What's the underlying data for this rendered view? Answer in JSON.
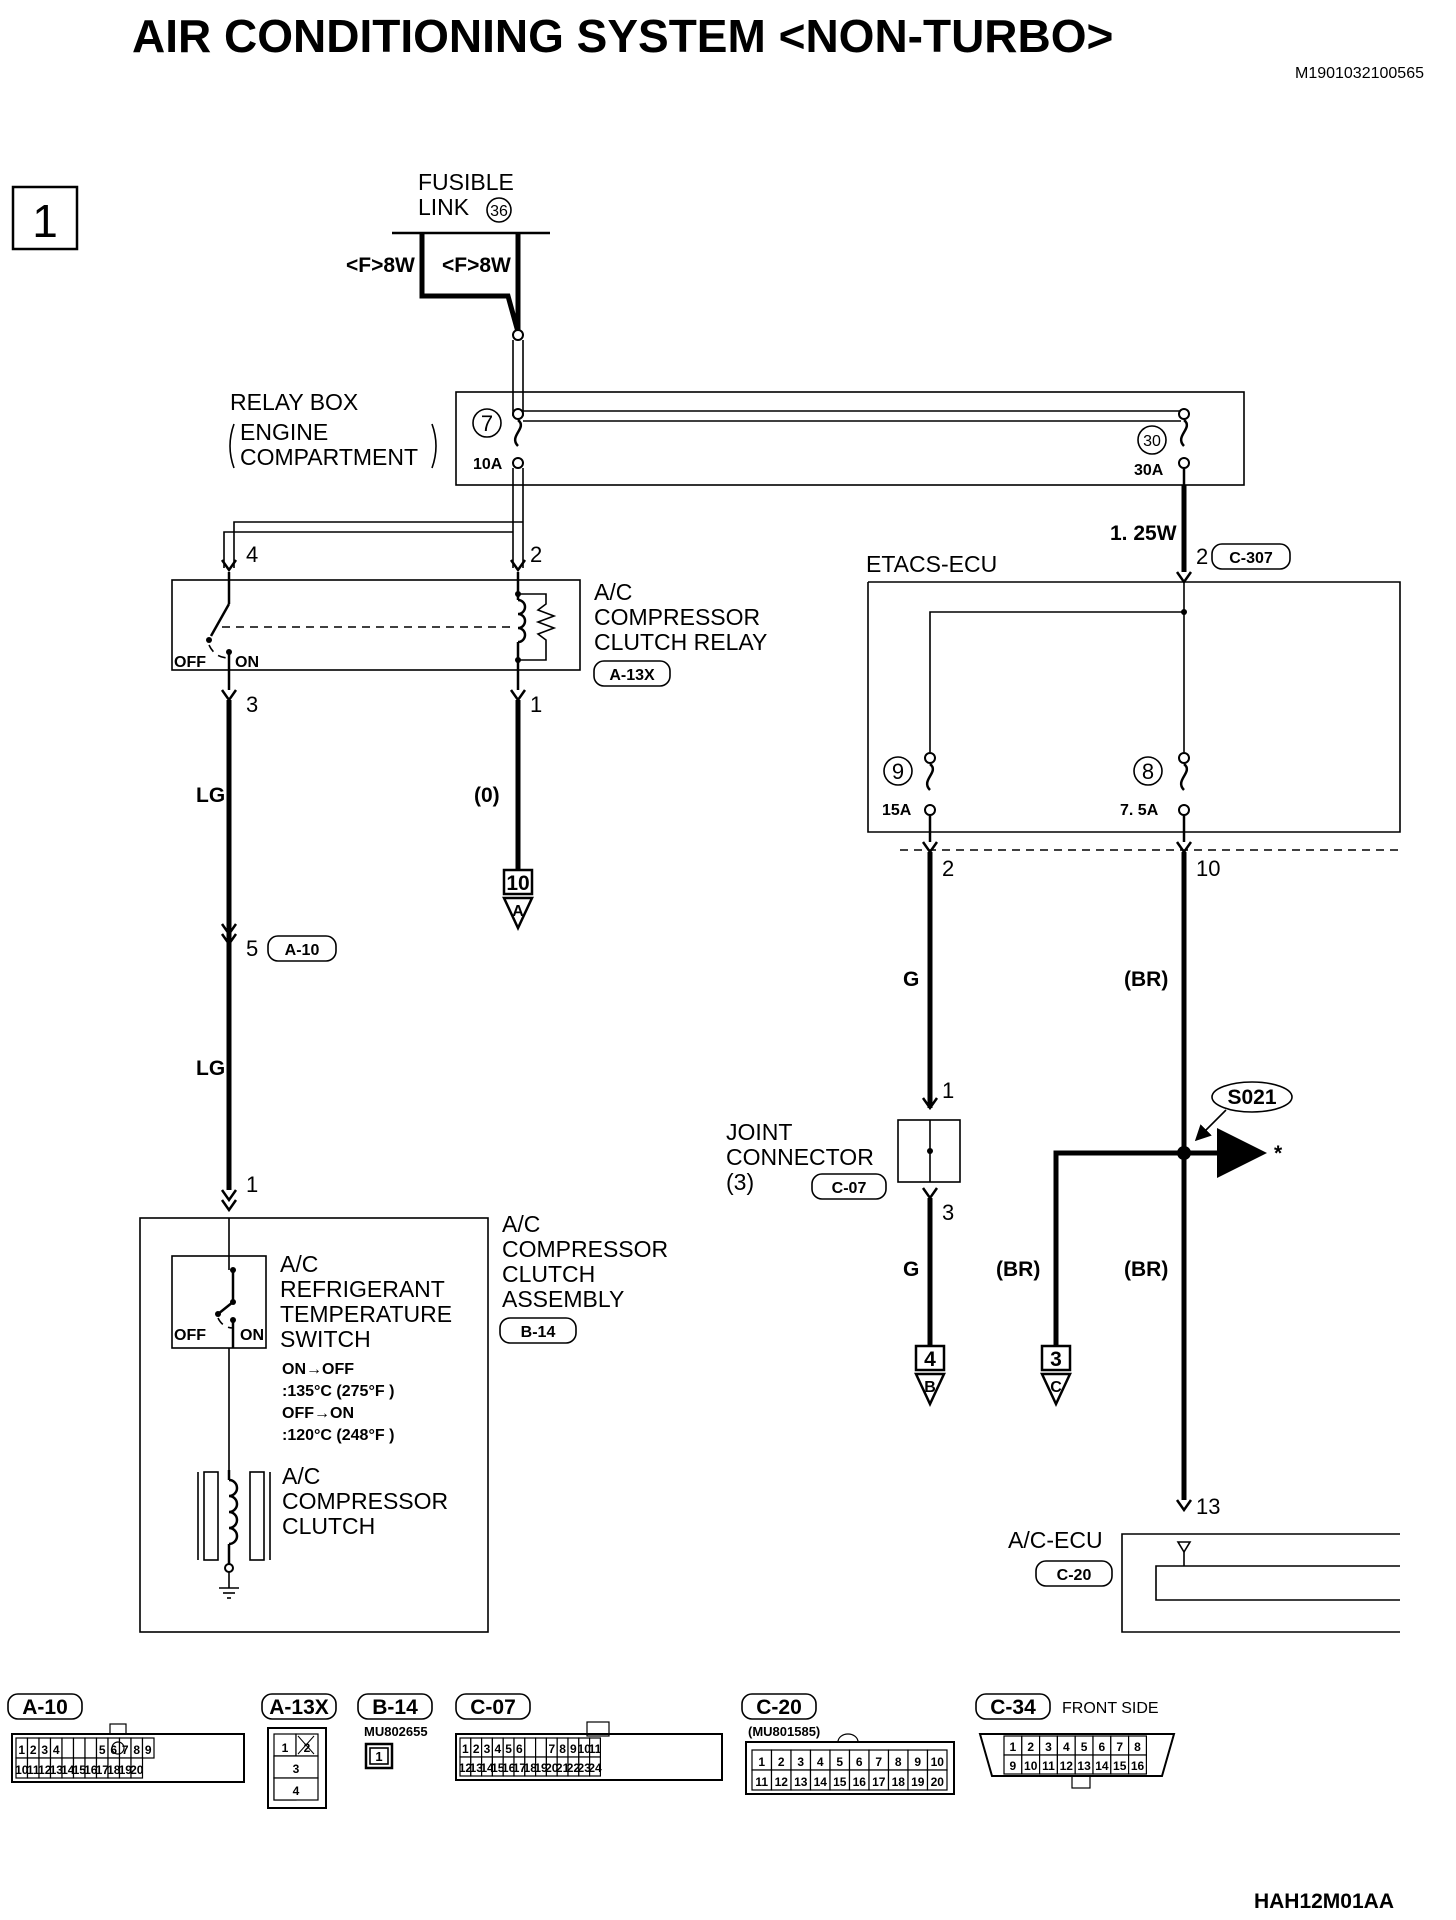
{
  "header": {
    "title": "AIR CONDITIONING SYSTEM <NON-TURBO>",
    "doc_code": "M1901032100565",
    "page_number": "1",
    "footer_code": "HAH12M01AA"
  },
  "fusible_link": {
    "label_line1": "FUSIBLE",
    "label_line2": "LINK",
    "number": "36",
    "wire_left": "<F>8W",
    "wire_right": "<F>8W"
  },
  "relay_box": {
    "label_line1": "RELAY BOX",
    "label_line2": "ENGINE",
    "label_line3": "COMPARTMENT",
    "fuse_left_no": "7",
    "fuse_left_amp": "10A",
    "fuse_right_no": "30",
    "fuse_right_amp": "30A",
    "out_wire": "1. 25W"
  },
  "relay": {
    "label_line1": "A/C",
    "label_line2": "COMPRESSOR",
    "label_line3": "CLUTCH RELAY",
    "connector": "A-13X",
    "pin4": "4",
    "pin2": "2",
    "pin3": "3",
    "pin1": "1",
    "off": "OFF",
    "on": "ON"
  },
  "wires": {
    "lg_upper": "LG",
    "lg_lower": "LG",
    "zero": "(0)",
    "g_upper": "G",
    "g_lower": "G",
    "br_upper": "(BR)",
    "br_left": "(BR)",
    "br_right": "(BR)"
  },
  "connector_a10": {
    "pin": "5",
    "name": "A-10"
  },
  "ground_ref_a": {
    "number": "10",
    "letter": "A"
  },
  "ground_ref_b": {
    "number": "4",
    "letter": "B"
  },
  "ground_ref_c": {
    "number": "3",
    "letter": "C"
  },
  "etacs": {
    "label": "ETACS-ECU",
    "in_pin": "2",
    "connector": "C-307",
    "fuse_left_no": "9",
    "fuse_left_amp": "15A",
    "fuse_right_no": "8",
    "fuse_right_amp": "7. 5A",
    "out_pin_left": "2",
    "out_pin_right": "10"
  },
  "joint": {
    "label_line1": "JOINT",
    "label_line2": "CONNECTOR",
    "label_line3": "(3)",
    "connector": "C-07",
    "pin_top": "1",
    "pin_bottom": "3"
  },
  "splice": {
    "name": "S021",
    "arrow_mark": "*"
  },
  "ac_ecu": {
    "label": "A/C-ECU",
    "connector": "C-20",
    "pin": "13"
  },
  "clutch_assembly": {
    "pin": "1",
    "label_line1": "A/C",
    "label_line2": "COMPRESSOR",
    "label_line3": "CLUTCH",
    "label_line4": "ASSEMBLY",
    "connector": "B-14",
    "switch_line1": "A/C",
    "switch_line2": "REFRIGERANT",
    "switch_line3": "TEMPERATURE",
    "switch_line4": "SWITCH",
    "off": "OFF",
    "on": "ON",
    "spec1": "ON→OFF",
    "spec2": ":135°C (275°F )",
    "spec3": "OFF→ON",
    "spec4": ":120°C (248°F )",
    "clutch_line1": "A/C",
    "clutch_line2": "COMPRESSOR",
    "clutch_line3": "CLUTCH"
  },
  "connector_legend": {
    "a10": {
      "name": "A-10"
    },
    "a13x": {
      "name": "A-13X"
    },
    "b14": {
      "name": "B-14",
      "part": "MU802655",
      "pin": "1"
    },
    "c07": {
      "name": "C-07"
    },
    "c20": {
      "name": "C-20",
      "part": "(MU801585)"
    },
    "c34": {
      "name": "C-34",
      "note": "FRONT SIDE"
    }
  }
}
